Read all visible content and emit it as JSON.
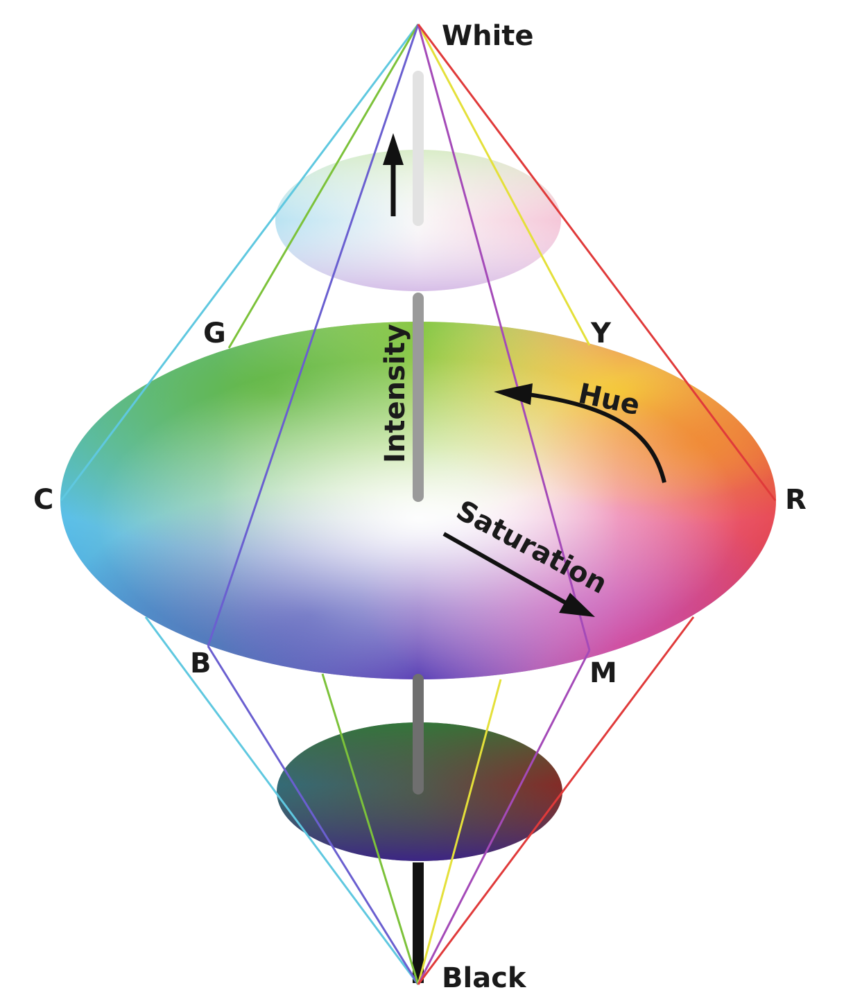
{
  "labels": {
    "white": "White",
    "black": "Black",
    "green": "G",
    "yellow": "Y",
    "cyan": "C",
    "red": "R",
    "blue": "B",
    "magenta": "M",
    "intensity": "Intensity",
    "hue": "Hue",
    "saturation": "Saturation"
  },
  "colors": {
    "cyan": "#5fc8e0",
    "green": "#7cc23a",
    "blue": "#6a5fd0",
    "yellow": "#e4e03a",
    "magenta": "#a44ab8",
    "red": "#e03a3a",
    "axis": "#8a8a8a",
    "text": "#1a1a1a"
  }
}
